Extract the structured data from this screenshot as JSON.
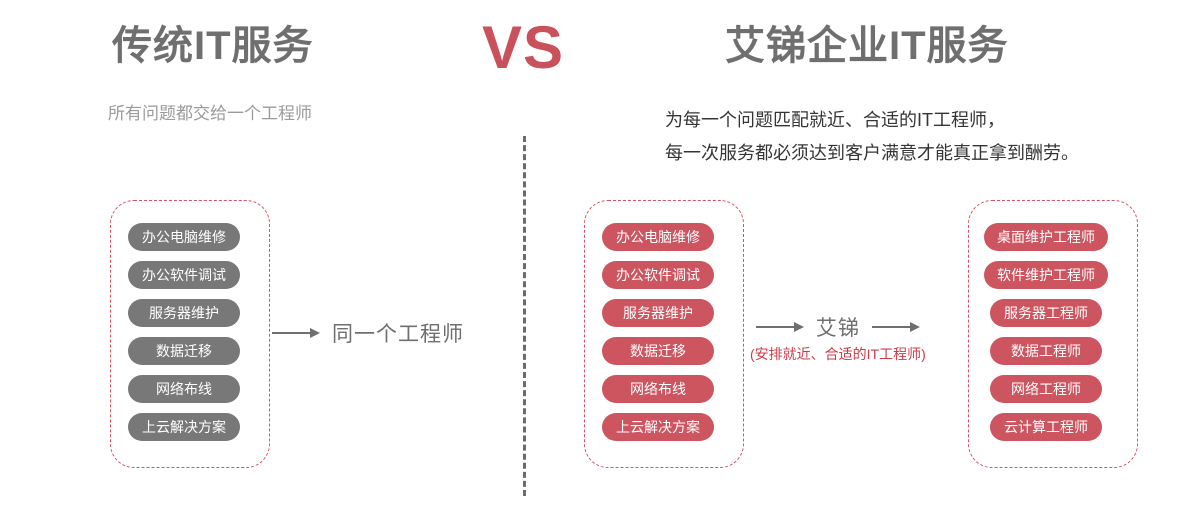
{
  "comparison": {
    "vs_label": "VS",
    "accent_red": "#c9515c",
    "pill_red": "#cc5560",
    "pill_gray": "#787878",
    "divider_color": "#6b6b6b"
  },
  "left": {
    "title": "传统IT服务",
    "subtitle": "所有问题都交给一个工程师",
    "services": [
      "办公电脑维修",
      "办公软件调试",
      "服务器维护",
      "数据迁移",
      "网络布线",
      "上云解决方案"
    ],
    "connector_label": "同一个工程师",
    "arrow_icon": "arrow-right-icon"
  },
  "right": {
    "title": "艾锑企业IT服务",
    "subtitle_line1": "为每一个问题匹配就近、合适的IT工程师，",
    "subtitle_line2": "每一次服务都必须达到客户满意才能真正拿到酬劳。",
    "services": [
      "办公电脑维修",
      "办公软件调试",
      "服务器维护",
      "数据迁移",
      "网络布线",
      "上云解决方案"
    ],
    "connector_label": "艾锑",
    "connector_note": "(安排就近、合适的IT工程师)",
    "arrow_icon": "arrow-right-icon",
    "engineers": [
      "桌面维护工程师",
      "软件维护工程师",
      "服务器工程师",
      "数据工程师",
      "网络工程师",
      "云计算工程师"
    ]
  }
}
